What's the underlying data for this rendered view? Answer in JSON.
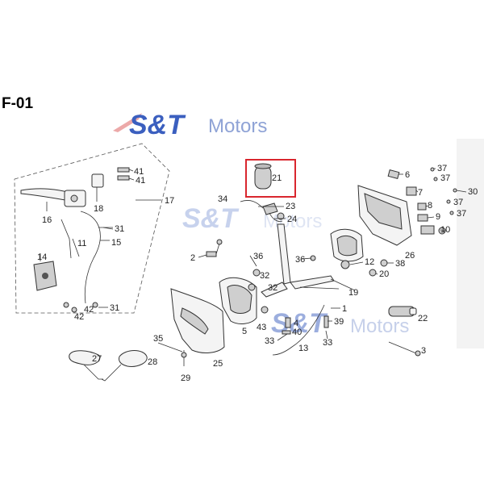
{
  "diagram_title": "F-01",
  "watermarks": [
    {
      "brand": "S&T",
      "suffix": "Motors"
    },
    {
      "brand": "S&T",
      "suffix": "Motors"
    },
    {
      "brand": "S&T",
      "suffix": "Motors"
    }
  ],
  "highlight_colors": {
    "box": "#d9262e",
    "watermark_brand": "#3b5fbf",
    "watermark_suffix": "#8fa3d6"
  },
  "callouts": {
    "c1": "1",
    "c2": "2",
    "c3": "3",
    "c4": "4",
    "c5": "5",
    "c6": "6",
    "c7": "7",
    "c8": "8",
    "c9": "9",
    "c10": "10",
    "c11": "11",
    "c12": "12",
    "c13": "13",
    "c14": "14",
    "c15": "15",
    "c16": "16",
    "c17": "17",
    "c18": "18",
    "c19": "19",
    "c20": "20",
    "c21": "21",
    "c22": "22",
    "c23": "23",
    "c24": "24",
    "c25": "25",
    "c26": "26",
    "c27": "27",
    "c28": "28",
    "c29": "29",
    "c30": "30",
    "c31a": "31",
    "c31b": "31",
    "c32a": "32",
    "c32b": "32",
    "c33a": "33",
    "c33b": "33",
    "c34": "34",
    "c35": "35",
    "c36a": "36",
    "c36b": "36",
    "c37a": "37",
    "c37b": "37",
    "c37c": "37",
    "c37d": "37",
    "c38": "38",
    "c39": "39",
    "c40": "40",
    "c41a": "41",
    "c41b": "41",
    "c42a": "42",
    "c42b": "42",
    "c43": "43"
  }
}
